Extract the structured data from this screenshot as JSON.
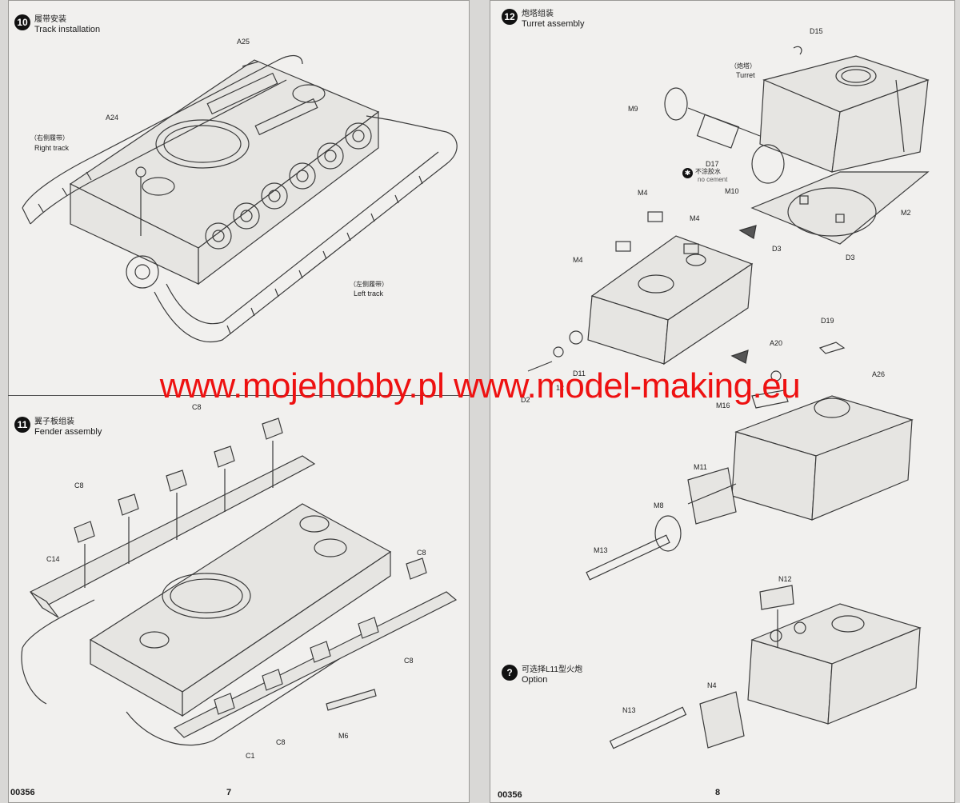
{
  "page_left": {
    "number": "7",
    "code": "00356",
    "step10": {
      "badge": "10",
      "title_cn": "履带安装",
      "title_en": "Track installation",
      "labels": {
        "a25": "A25",
        "a24": "A24",
        "right_track_cn": "（右侧履带）",
        "right_track_en": "Right track",
        "left_track_cn": "（左侧履带）",
        "left_track_en": "Left track"
      }
    },
    "step11": {
      "badge": "11",
      "title_cn": "翼子板组装",
      "title_en": "Fender assembly",
      "labels": {
        "c8_top": "C8",
        "c8_left": "C8",
        "c14": "C14",
        "c8_right": "C8",
        "c8_right2": "C8",
        "c8_bottom": "C8",
        "c1": "C1",
        "m6": "M6"
      }
    }
  },
  "page_right": {
    "number": "8",
    "code": "00356",
    "step12": {
      "badge": "12",
      "title_cn": "炮塔组装",
      "title_en": "Turret assembly",
      "labels": {
        "d15": "D15",
        "turret_cn": "（炮塔）",
        "turret_en": "Turret",
        "m9": "M9",
        "d17": "D17",
        "no_cement_cn": "不涂胶水",
        "no_cement_en": "no cement",
        "m10": "M10",
        "m2": "M2",
        "d3_left": "D3",
        "d3_right": "D3",
        "m4_a": "M4",
        "m4_b": "M4",
        "m4_c": "M4",
        "d11": "D11",
        "d12": "12",
        "d2": "D2",
        "d19": "D19",
        "a20": "A20",
        "a26": "A26",
        "m16": "M16",
        "m11": "M11",
        "m8": "M8",
        "m13": "M13"
      }
    },
    "option": {
      "badge": "?",
      "title_cn": "可选择L11型火炮",
      "title_en": "Option",
      "labels": {
        "n12": "N12",
        "n4": "N4",
        "n13": "N13"
      }
    }
  },
  "watermark": "www.mojehobby.pl www.model-making.eu"
}
